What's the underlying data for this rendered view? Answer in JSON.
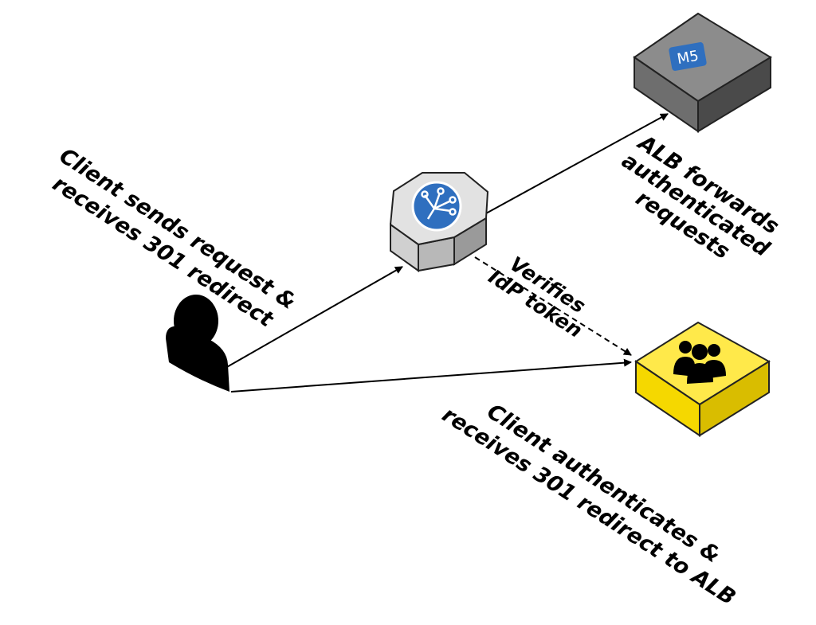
{
  "labels": {
    "client_request_line1": "Client sends request &",
    "client_request_line2": "receives 301 redirect",
    "alb_forwards_line1": "ALB forwards",
    "alb_forwards_line2": "authenticated",
    "alb_forwards_line3": "requests",
    "verifies_line1": "Verifies",
    "verifies_line2": "IdP token",
    "client_auth_line1": "Client authenticates &",
    "client_auth_line2": "receives 301 redirect to ALB"
  },
  "server": {
    "badge": "M5"
  },
  "nodes": [
    "user-icon",
    "load-balancer-icon",
    "server-icon",
    "identity-provider-icon"
  ],
  "colors": {
    "server_top": "#8c8c8c",
    "server_left": "#6e6e6e",
    "server_right": "#4a4a4a",
    "badge": "#2f6fbf",
    "alb_body": "#d6d6d6",
    "alb_badge": "#2f6fbf",
    "idp_top": "#ffe94a",
    "idp_left": "#f5d800",
    "idp_right": "#d9bd00"
  }
}
